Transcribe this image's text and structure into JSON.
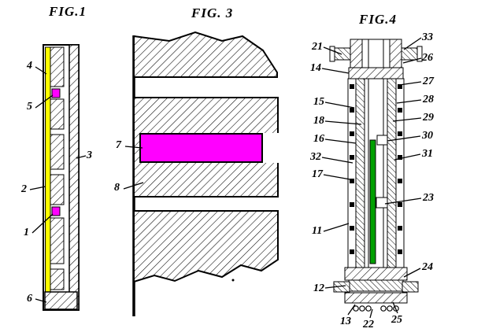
{
  "sheet": {
    "background": "#ffffff"
  },
  "colors": {
    "ink": "#000000",
    "magenta": "#ff00ff",
    "yellow": "#ffff00",
    "green": "#00a000"
  },
  "figures": {
    "fig1": {
      "label": "FIG.1",
      "refs": [
        "4",
        "5",
        "2",
        "1",
        "6",
        "3"
      ]
    },
    "fig3": {
      "label": "FIG. 3",
      "refs": [
        "7",
        "8"
      ]
    },
    "fig4": {
      "label": "FIG.4",
      "refs": [
        "21",
        "14",
        "15",
        "18",
        "16",
        "32",
        "17",
        "11",
        "12",
        "13",
        "22",
        "33",
        "26",
        "27",
        "28",
        "29",
        "30",
        "31",
        "23",
        "24",
        "25"
      ]
    }
  }
}
